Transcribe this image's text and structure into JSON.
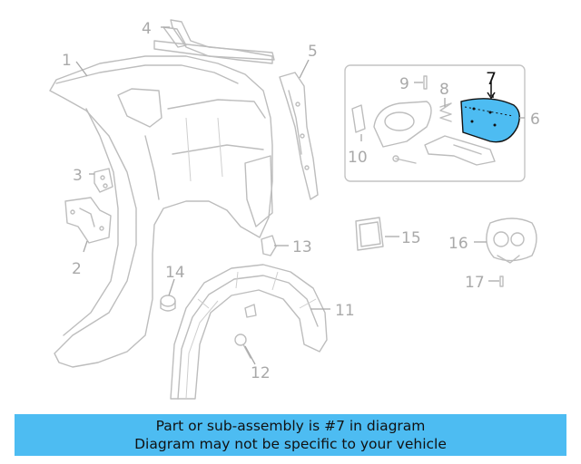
{
  "callouts": {
    "c1": "1",
    "c2": "2",
    "c3": "3",
    "c4": "4",
    "c5": "5",
    "c6": "6",
    "c7": "7",
    "c8": "8",
    "c9": "9",
    "c10": "10",
    "c11": "11",
    "c12": "12",
    "c13": "13",
    "c14": "14",
    "c15": "15",
    "c16": "16",
    "c17": "17"
  },
  "highlighted_part": "7",
  "highlight_color": "#4dbcf2",
  "banner": {
    "line1": "Part or sub-assembly is #7 in diagram",
    "line2": "Diagram may not be specific to your vehicle",
    "background": "#4dbcf2"
  }
}
